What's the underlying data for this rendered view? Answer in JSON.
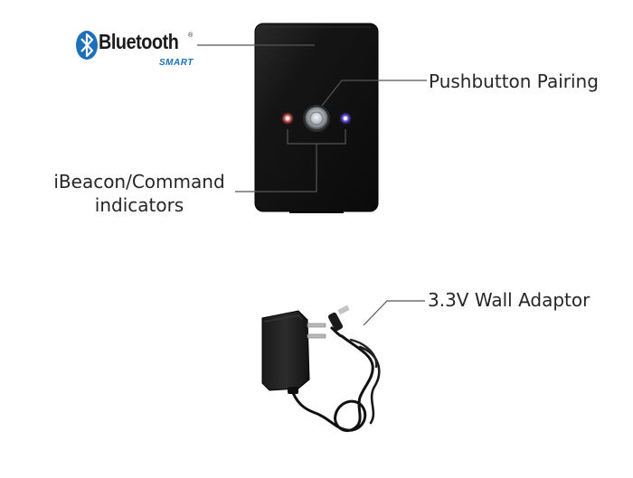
{
  "logo": {
    "wordmark": "Bluetooth",
    "registered": "®",
    "tagline": "SMART",
    "brand_color": "#1d6fb8"
  },
  "callouts": {
    "pushbutton": "Pushbutton Pairing",
    "indicators_line1": "iBeacon/Command",
    "indicators_line2": "indicators",
    "adaptor": "3.3V Wall Adaptor"
  },
  "colors": {
    "device_body": "#121212",
    "led_red": "#ff4a3a",
    "led_blue": "#5a3cff",
    "leader_line": "#555555"
  }
}
